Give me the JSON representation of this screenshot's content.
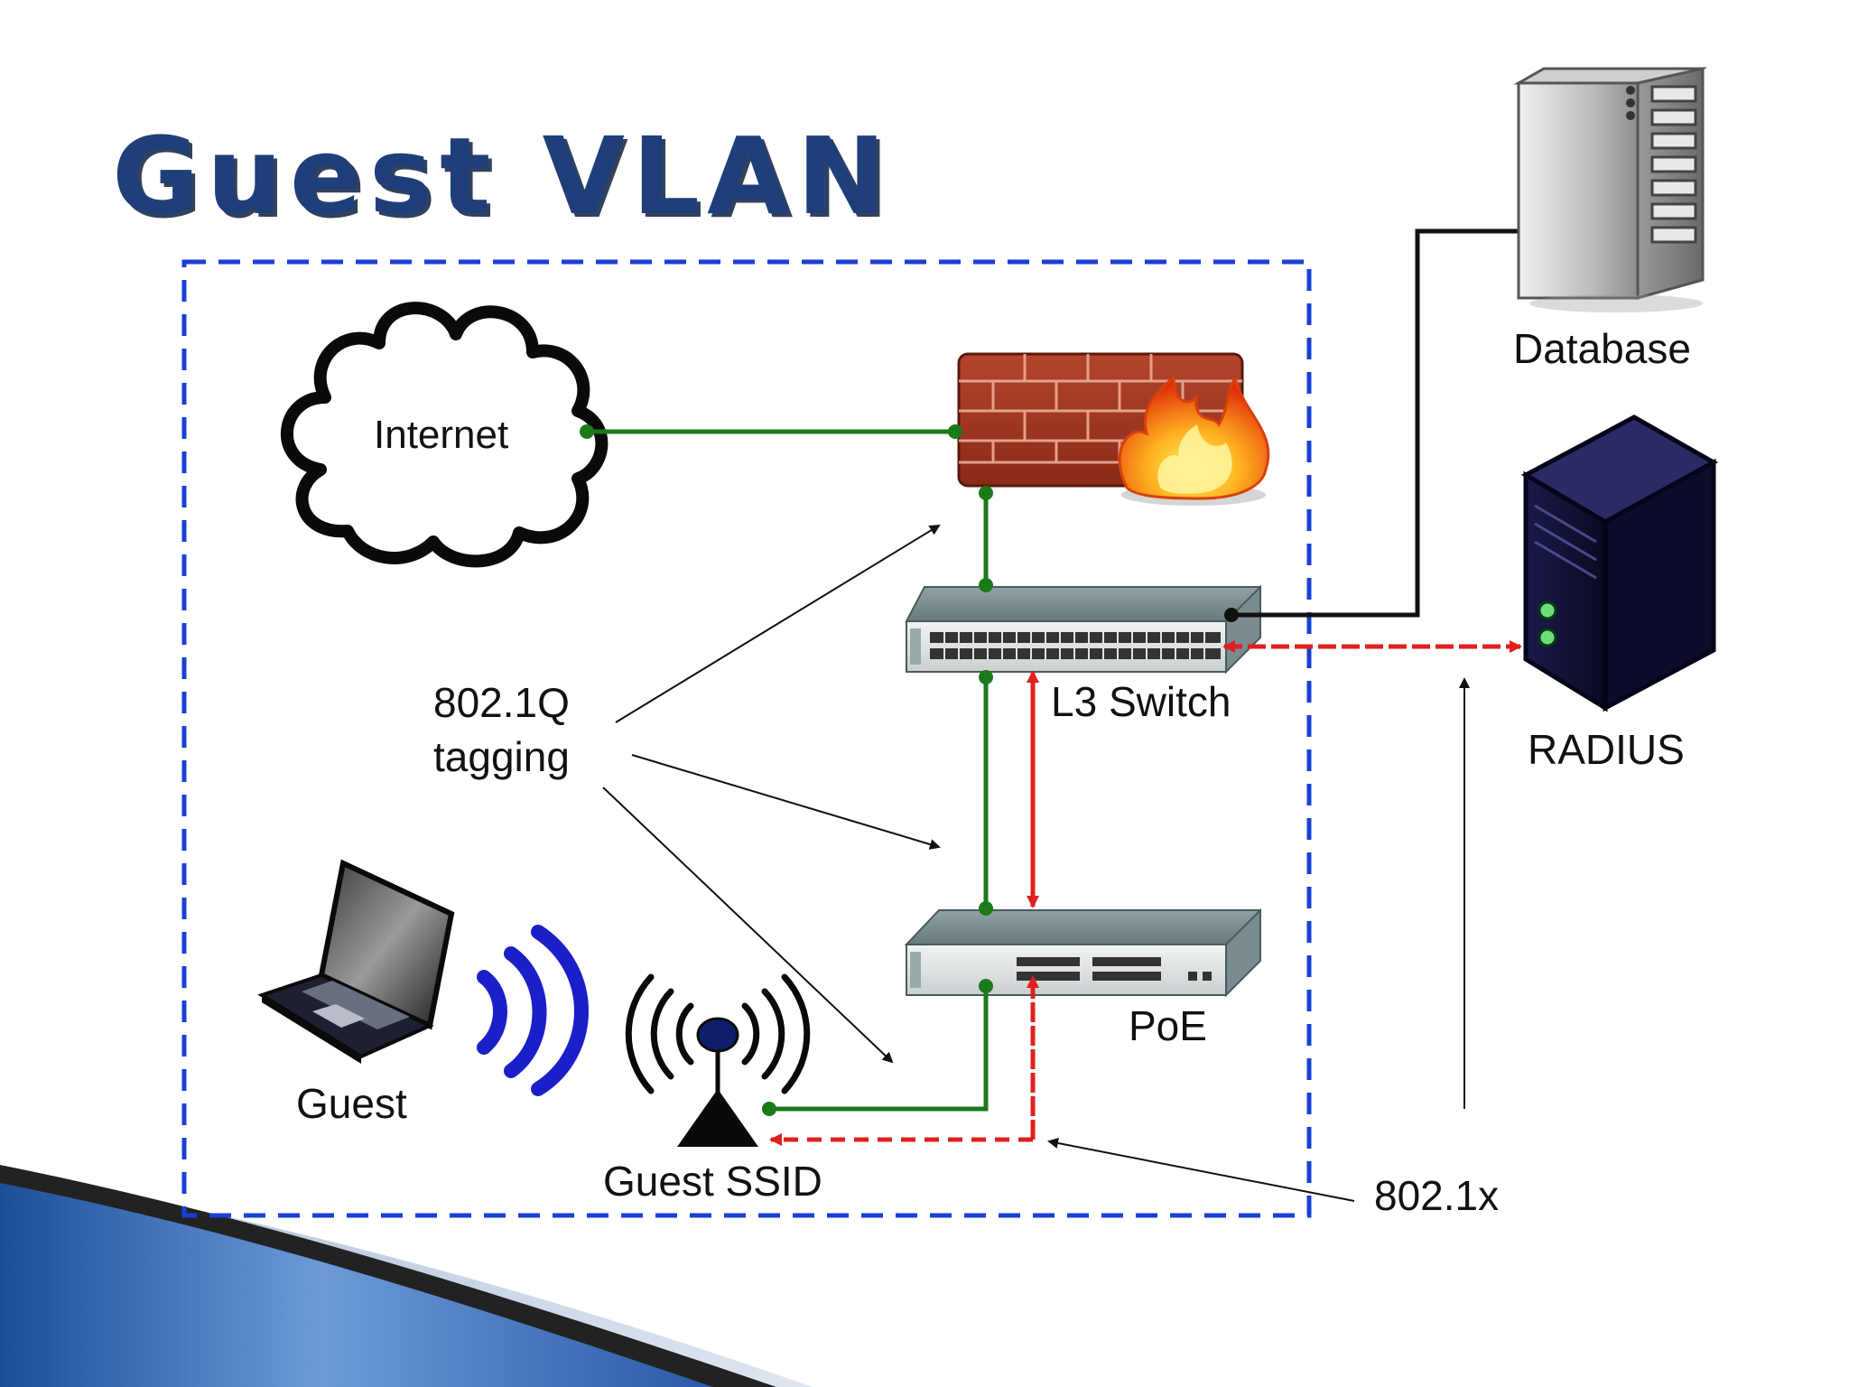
{
  "slide": {
    "title": "Guest VLAN",
    "title_color": "#1f3f7a"
  },
  "nodes": {
    "internet": "Internet",
    "l3_switch": "L3 Switch",
    "poe": "PoE",
    "guest": "Guest",
    "guest_ssid": "Guest SSID",
    "database": "Database",
    "radius": "RADIUS"
  },
  "annotations": {
    "tagging_line1": "802.1Q",
    "tagging_line2": "tagging",
    "auth": "802.1x"
  },
  "colors": {
    "vlan_boundary": "#1a3fd6",
    "data_link": "#1a7a1a",
    "auth_link": "#e02020",
    "server_link": "#111111",
    "wifi_waves": "#1a1fc8",
    "ribbon": "#2f64b4"
  },
  "icons": [
    "cloud-icon",
    "firewall-icon",
    "switch-icon",
    "laptop-icon",
    "wifi-icon",
    "antenna-icon",
    "server-tower-icon",
    "server-box-icon"
  ]
}
